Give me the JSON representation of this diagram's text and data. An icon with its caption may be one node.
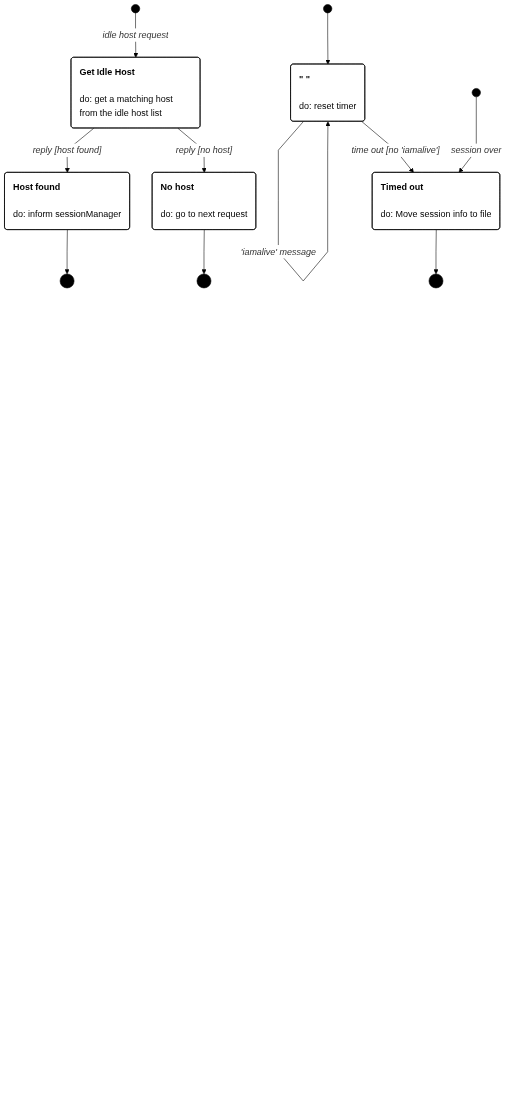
{
  "diagram": {
    "nodes": [
      {
        "text": [],
        "shape": "circle"
      },
      {
        "text": [
          "Get Idle Host",
          "do: get a matching host from the idle host list"
        ]
      },
      {
        "text": [
          "Host found",
          "do: inform sessionManager"
        ]
      },
      {
        "text": [
          "No host",
          "do: go to next request"
        ]
      },
      {
        "text": [],
        "shape": "bullseye"
      },
      {
        "text": [],
        "shape": "bullseye"
      },
      {
        "text": [],
        "shape": "circle"
      },
      {
        "text": [
          "\" \"",
          "do: reset timer"
        ]
      },
      {
        "text": [
          "Timed out",
          "do: Move session info to file"
        ]
      },
      {
        "text": [],
        "shape": "circle"
      },
      {
        "text": [],
        "shape": "bullseye"
      }
    ],
    "edges": [
      {
        "from": 0,
        "to": 1,
        "arrow": "to",
        "label": "idle host request"
      },
      {
        "from": 1,
        "to": 2,
        "arrow": "to",
        "label": "reply [host found]"
      },
      {
        "from": 1,
        "to": 3,
        "arrow": "to",
        "label": "reply [no host]"
      },
      {
        "from": 2,
        "to": 4,
        "arrow": "to"
      },
      {
        "from": 3,
        "to": 5,
        "arrow": "to"
      },
      {
        "from": 6,
        "to": 7,
        "arrow": "to"
      },
      {
        "from": 7,
        "to": 7,
        "arrow": "to",
        "label": "'iamalive' message"
      },
      {
        "from": 7,
        "to": 8,
        "arrow": "to",
        "label": "time out [no 'iamalive']"
      },
      {
        "from": 9,
        "to": 8,
        "arrow": "to",
        "label": "session over"
      },
      {
        "from": 8,
        "to": 10,
        "arrow": "to"
      }
    ]
  }
}
